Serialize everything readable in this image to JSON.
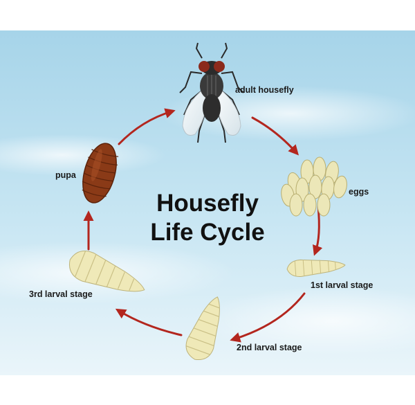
{
  "title": {
    "line1": "Housefly",
    "line2": "Life Cycle"
  },
  "stages": {
    "adult": "adult housefly",
    "eggs": "eggs",
    "larva1": "1st larval stage",
    "larva2": "2nd larval stage",
    "larva3": "3rd larval stage",
    "pupa": "pupa"
  },
  "colors": {
    "sky_top": "#a9d6ea",
    "sky_bottom": "#e6f3f9",
    "arrow": "#b3261e",
    "larva": "#efe9b8",
    "pupa": "#8a3a17",
    "egg": "#ece7b8"
  }
}
